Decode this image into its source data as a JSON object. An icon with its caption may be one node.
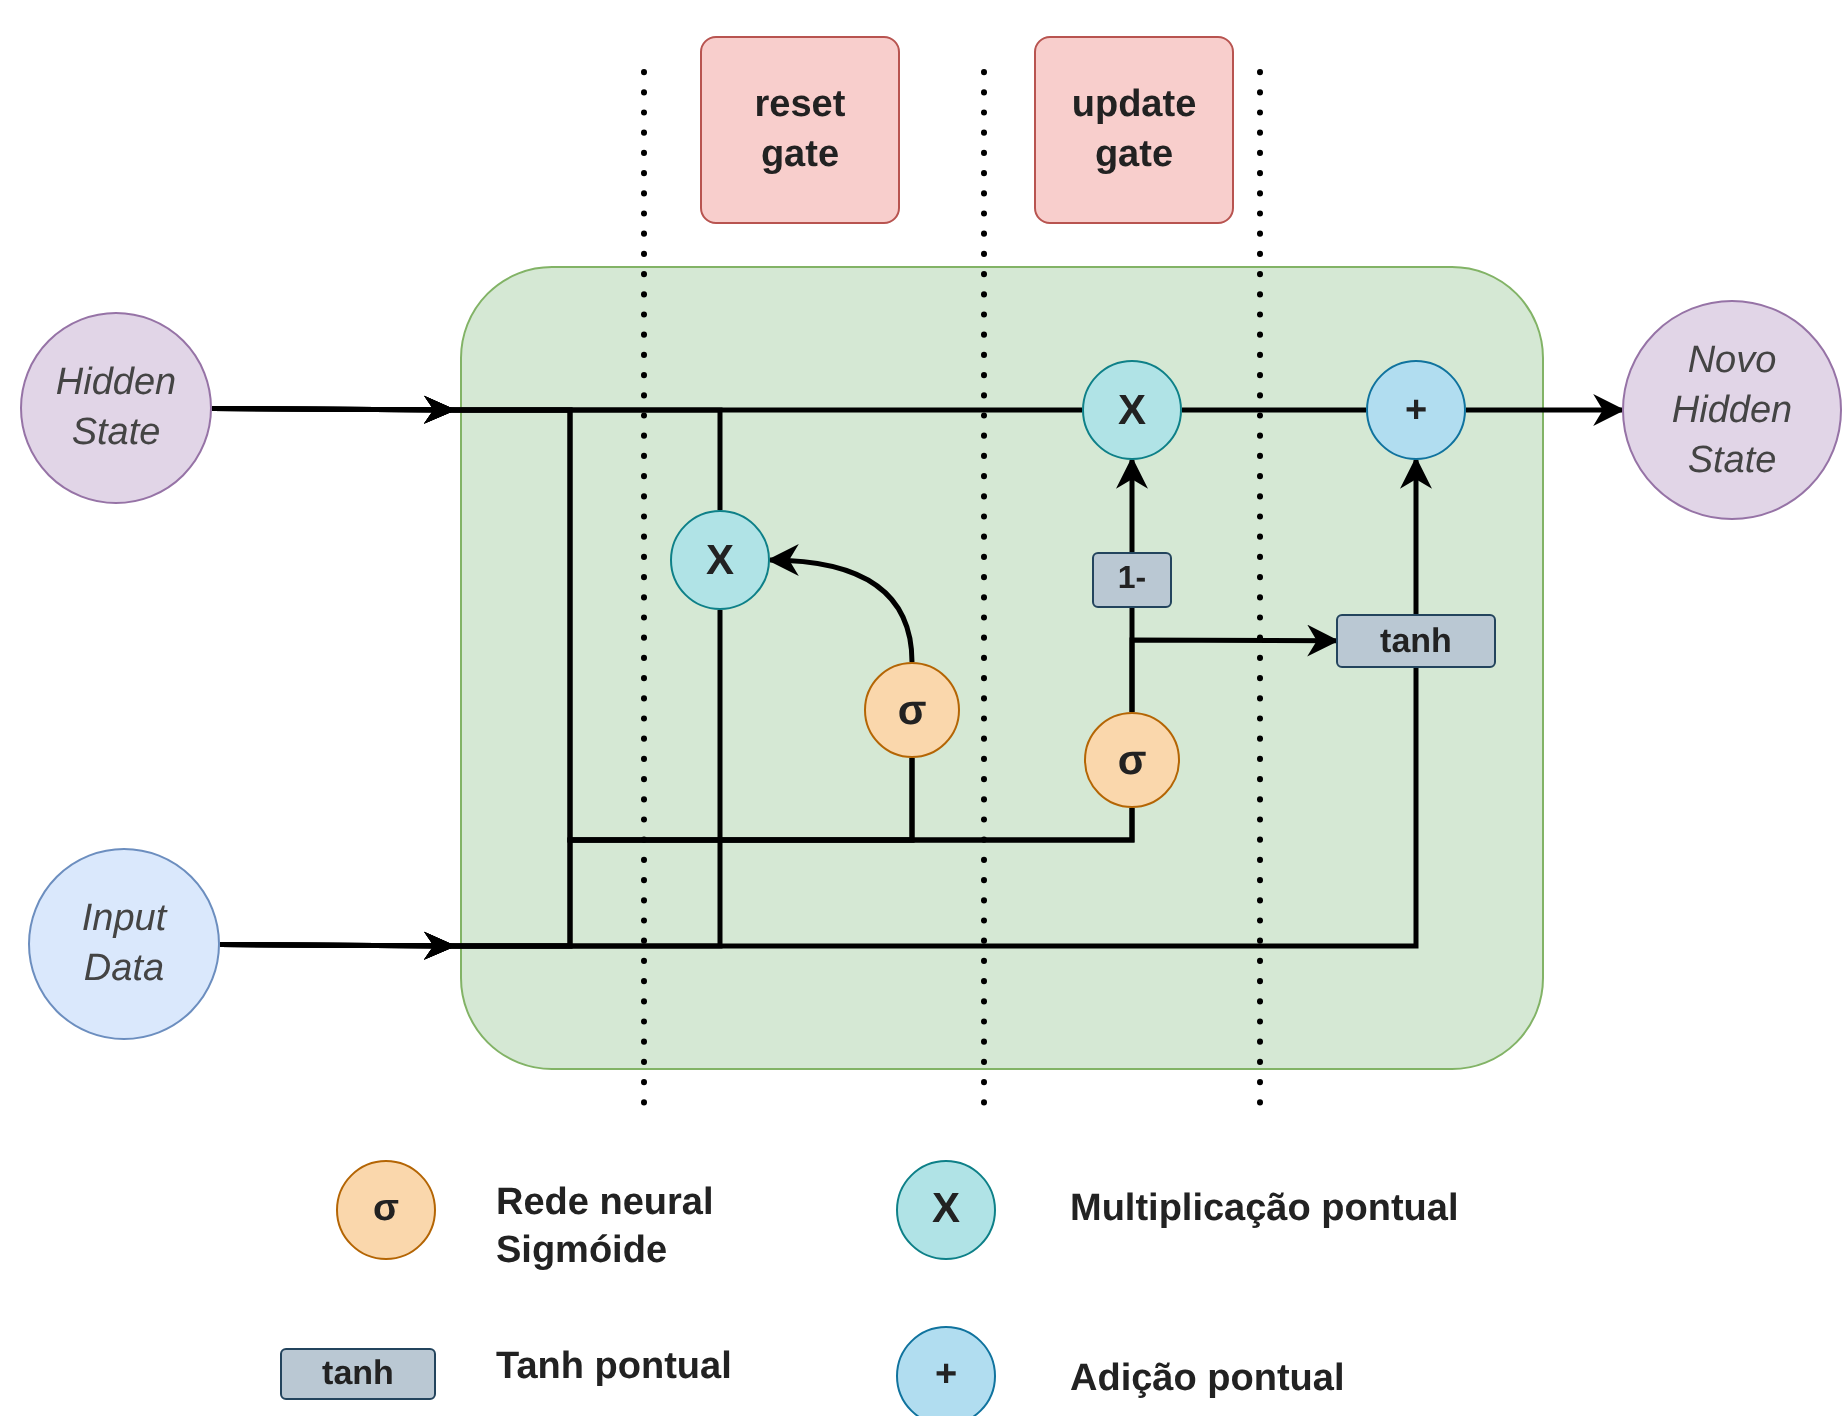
{
  "diagram": {
    "nodes": [
      {
        "text": [
          "reset gate"
        ]
      },
      {
        "text": [
          "update gate"
        ]
      },
      {
        "text": [
          "Hidden State"
        ]
      },
      {
        "text": [
          "Input Data"
        ]
      },
      {
        "text": [
          "Novo Hidden State"
        ]
      },
      {
        "text": [],
        "shape": "box"
      },
      {
        "text": [
          "X"
        ],
        "in": 5
      },
      {
        "text": [
          "σ"
        ],
        "in": 5
      },
      {
        "text": [
          "X"
        ],
        "in": 5
      },
      {
        "text": [
          "1-"
        ],
        "in": 5
      },
      {
        "text": [
          "σ"
        ],
        "in": 5
      },
      {
        "text": [
          "tanh"
        ],
        "in": 5
      },
      {
        "text": [
          "+"
        ],
        "in": 5
      }
    ],
    "edges": [
      {
        "from": 2,
        "to": 8,
        "arrow": "to"
      },
      {
        "from": 8,
        "to": 12,
        "arrow": "none"
      },
      {
        "from": 12,
        "to": 4,
        "arrow": "to"
      },
      {
        "from": 2,
        "to": 6,
        "arrow": "to"
      },
      {
        "from": 2,
        "to": 7,
        "arrow": "to"
      },
      {
        "from": 2,
        "to": 10,
        "arrow": "to"
      },
      {
        "from": 3,
        "to": 7,
        "arrow": "to"
      },
      {
        "from": 3,
        "to": 10,
        "arrow": "to"
      },
      {
        "from": 3,
        "to": 6,
        "arrow": "to"
      },
      {
        "from": 3,
        "to": 11,
        "arrow": "to"
      },
      {
        "from": 11,
        "to": 12,
        "arrow": "to"
      },
      {
        "from": 7,
        "to": 6,
        "arrow": "to"
      },
      {
        "from": 10,
        "to": 9,
        "arrow": "none"
      },
      {
        "from": 9,
        "to": 8,
        "arrow": "to"
      },
      {
        "from": 10,
        "to": 11,
        "arrow": "to"
      }
    ],
    "labels": [
      "σ",
      "X",
      "tanh",
      "+"
    ],
    "legend": [
      {
        "text": "Rede neural Sigmóide"
      },
      {
        "text": "Multiplicação pontual"
      },
      {
        "text": "Tanh pontual"
      },
      {
        "text": "Adição pontual"
      }
    ]
  }
}
